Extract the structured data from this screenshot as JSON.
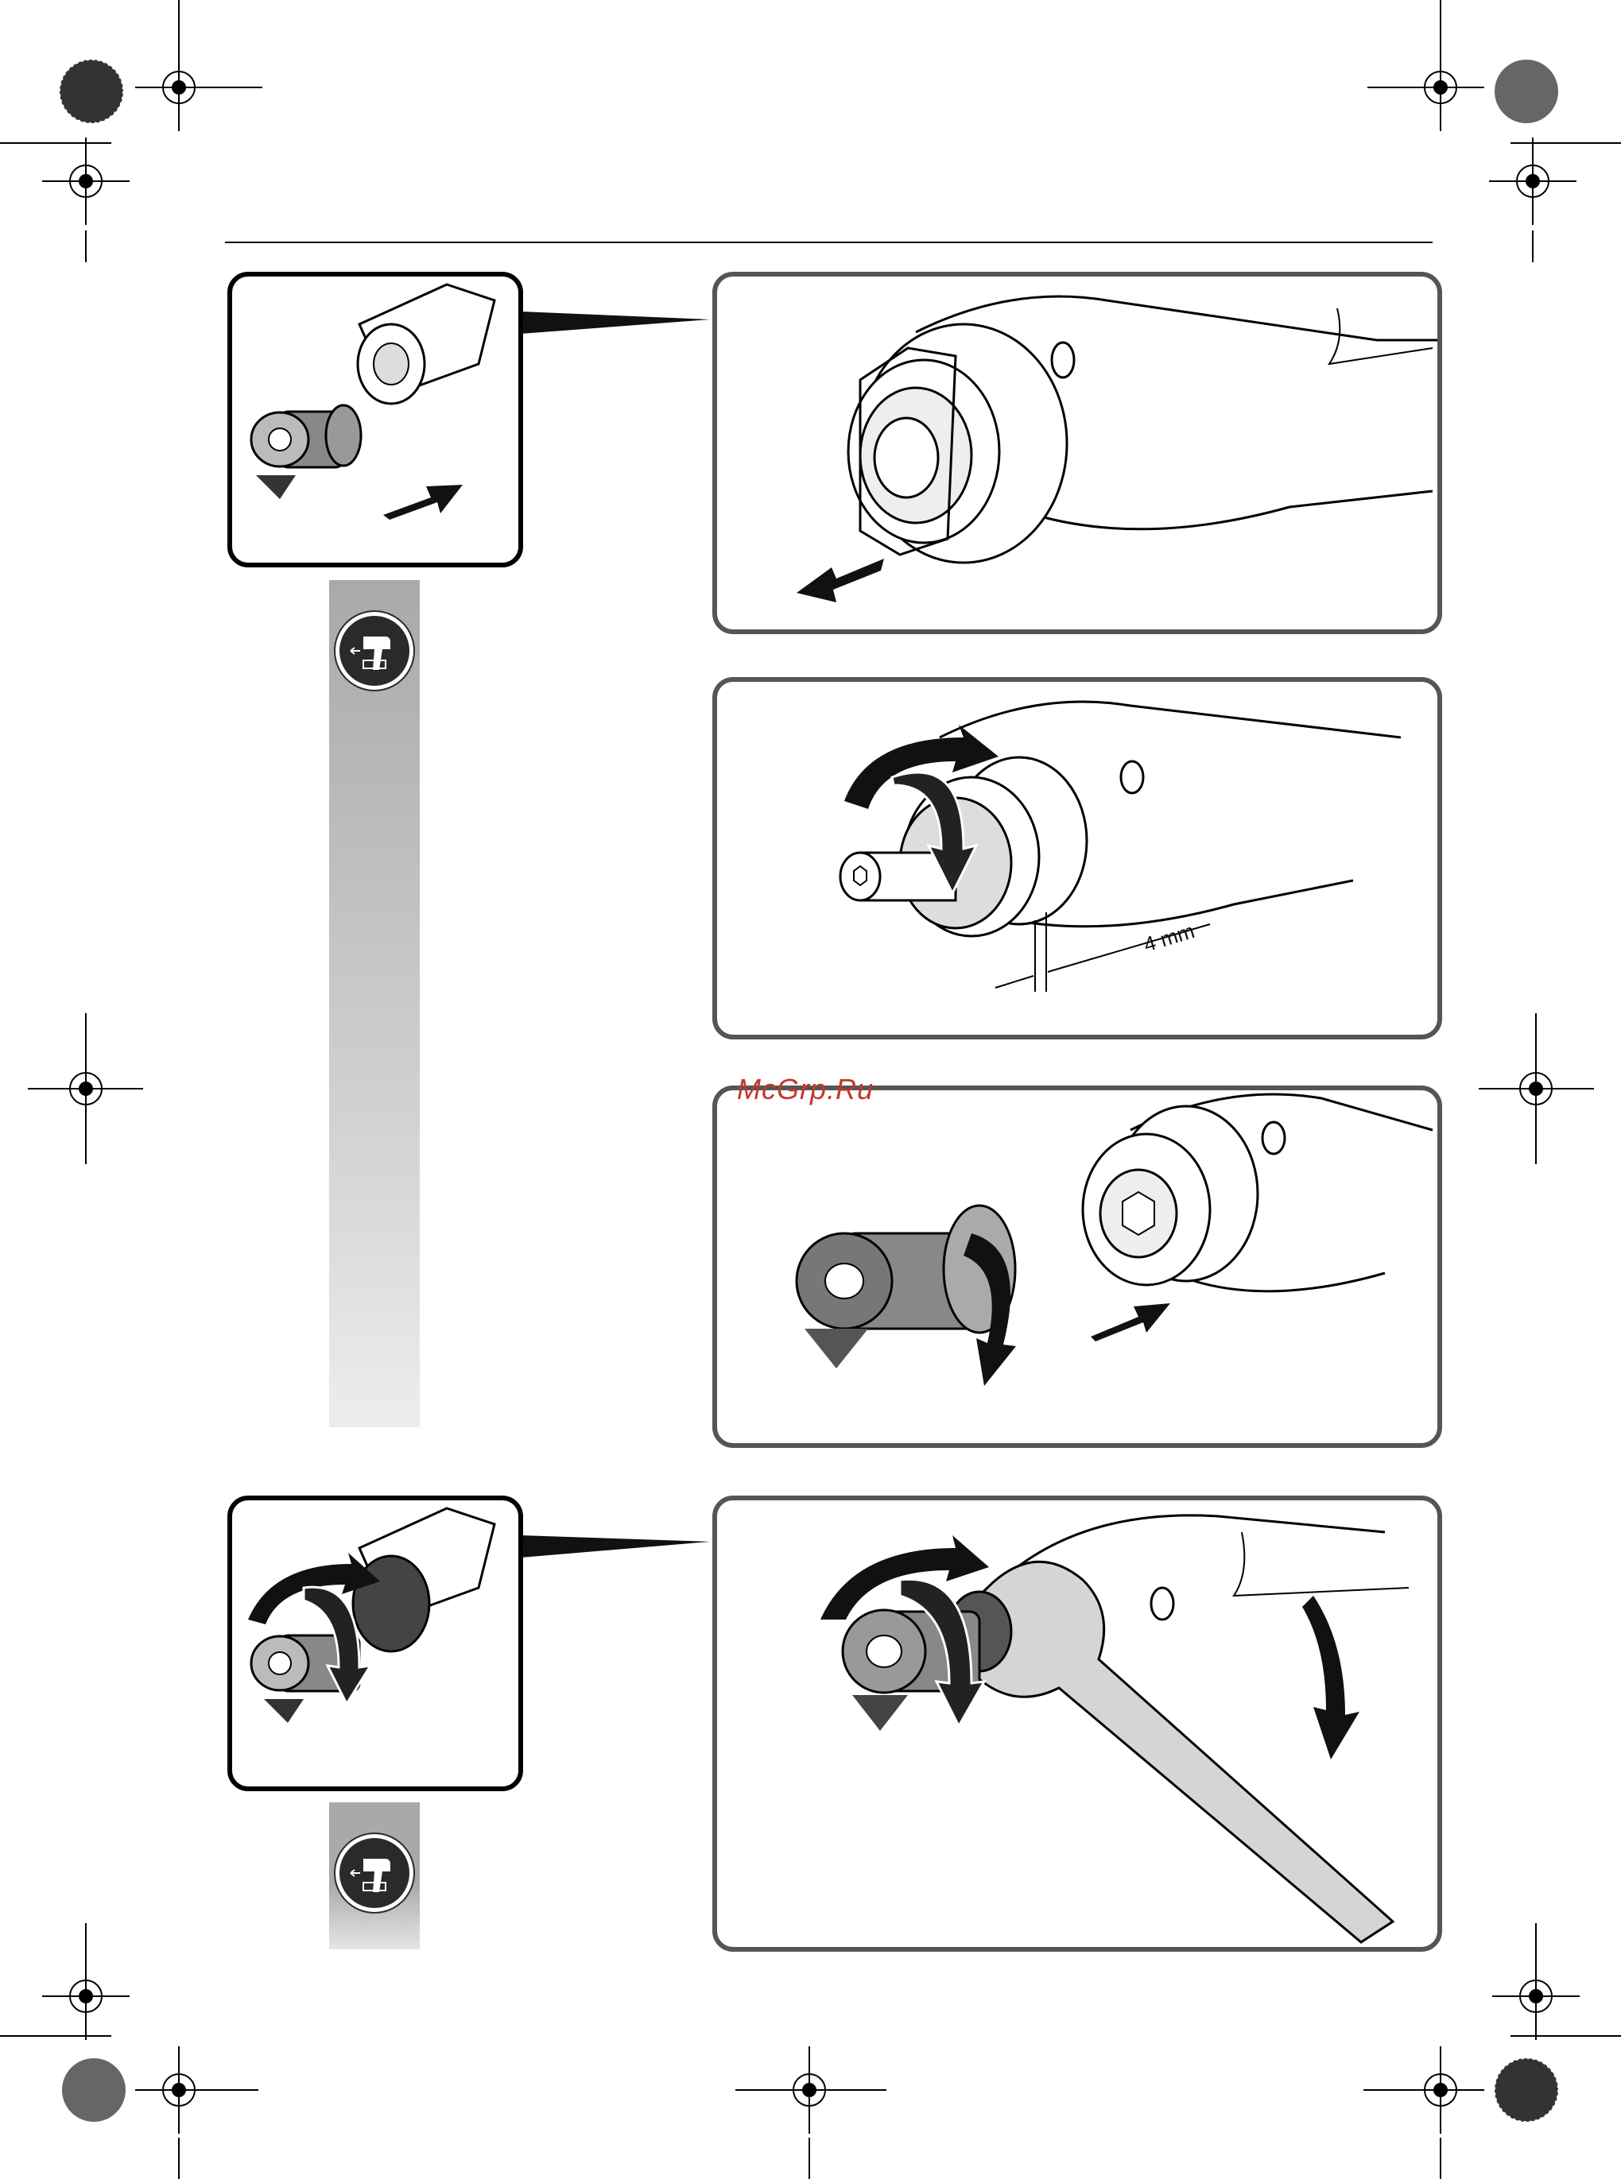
{
  "watermark": "McGrp.Ru",
  "steps": [
    {
      "id": "detail-1",
      "caption": ""
    },
    {
      "id": "step-remove-clip"
    },
    {
      "id": "step-adjust-gap",
      "dimension_label": "4 mm"
    },
    {
      "id": "step-attach-angle-head"
    },
    {
      "id": "step-tighten-wrench"
    }
  ],
  "icons": [
    "registration-mark-icon",
    "color-target-icon",
    "tool-battery-icon",
    "push-arrow-icon",
    "rotate-arrow-icon"
  ],
  "colors": {
    "frame": "#555555",
    "bar_top": "#a9a9a9",
    "watermark": "#c0392b"
  }
}
